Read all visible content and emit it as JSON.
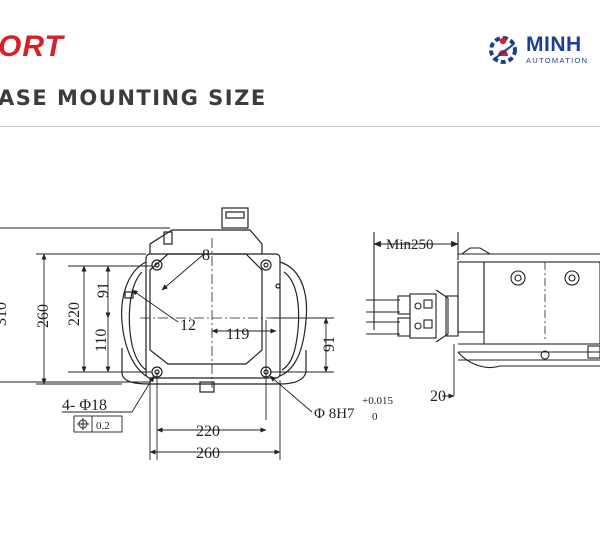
{
  "header": {
    "title": "ORT",
    "subtitle": "ASE MOUNTING SIZE"
  },
  "brand": {
    "name": "MINH",
    "tagline": "AUTOMATION",
    "color_primary": "#1d3f8f",
    "color_accent": "#d8202a",
    "icon": "gear-person-icon"
  },
  "dimensions": {
    "height_outer": "310",
    "height_260": "260",
    "height_220": "220",
    "height_91": "91",
    "height_110": "110",
    "width_119": "119",
    "right_91": "91",
    "label_8": "8",
    "label_12": "12",
    "bottom_220": "220",
    "bottom_260": "260",
    "holes": "4- Φ18",
    "tolerance": "0.2",
    "fit": "Φ 8H7",
    "fit_upper": "+0.015",
    "fit_lower": "0",
    "min_length": "Min250",
    "offset_20": "20"
  }
}
